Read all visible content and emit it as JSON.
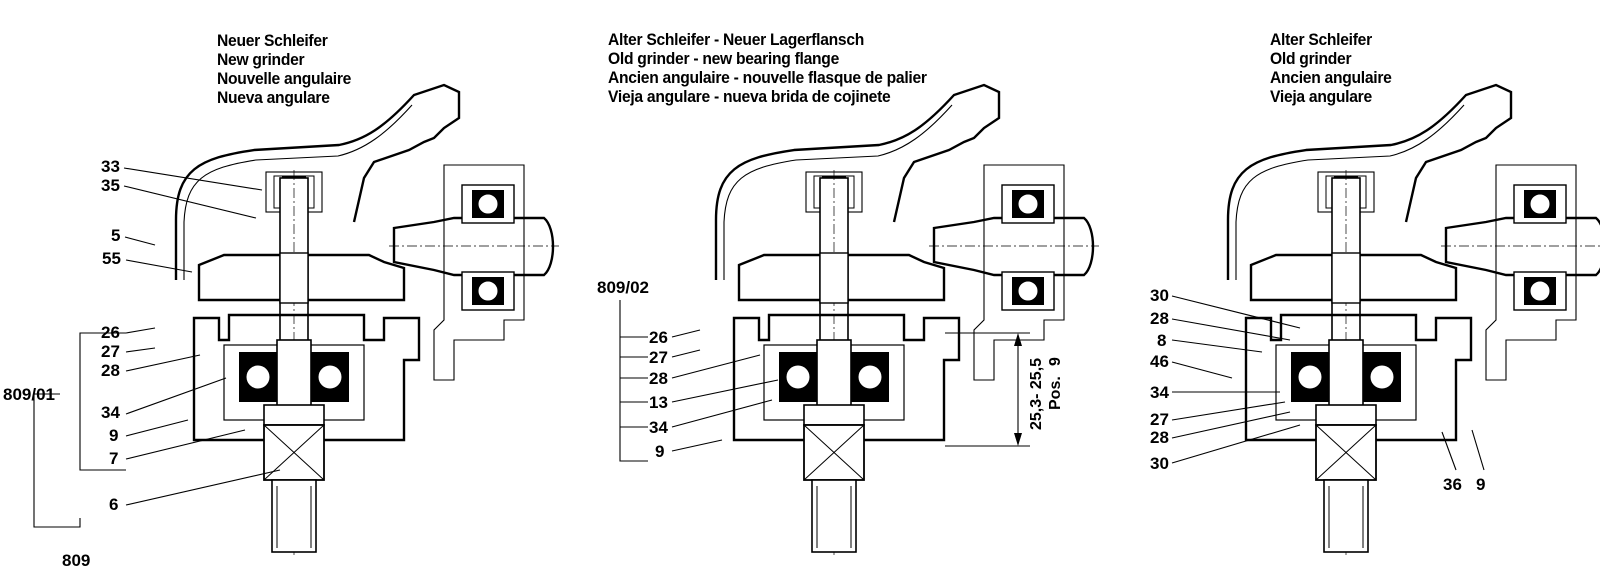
{
  "views": [
    {
      "id": "new-grinder",
      "heading": [
        "Neuer Schleifer",
        "New grinder",
        "Nouvelle angulaire",
        "Nueva angulare"
      ],
      "labels": [
        "33",
        "35",
        "5",
        "55",
        "26",
        "27",
        "28",
        "809/01",
        "34",
        "9",
        "7",
        "6",
        "809"
      ]
    },
    {
      "id": "old-grinder-new-flange",
      "heading": [
        "Alter Schleifer - Neuer Lagerflansch",
        "Old grinder - new bearing flange",
        "Ancien angulaire - nouvelle flasque de palier",
        "Vieja angulare - nueva brida de cojinete"
      ],
      "labels": [
        "809/02",
        "26",
        "27",
        "28",
        "13",
        "34",
        "9"
      ],
      "dimension": "25,3- 25,5",
      "dimension_pos_prefix": "Pos.",
      "dimension_pos_value": "9"
    },
    {
      "id": "old-grinder",
      "heading": [
        "Alter Schleifer",
        "Old grinder",
        "Ancien angulaire",
        "Vieja angulare"
      ],
      "labels": [
        "30",
        "28",
        "8",
        "46",
        "34",
        "27",
        "28",
        "30",
        "36",
        "9"
      ]
    }
  ]
}
